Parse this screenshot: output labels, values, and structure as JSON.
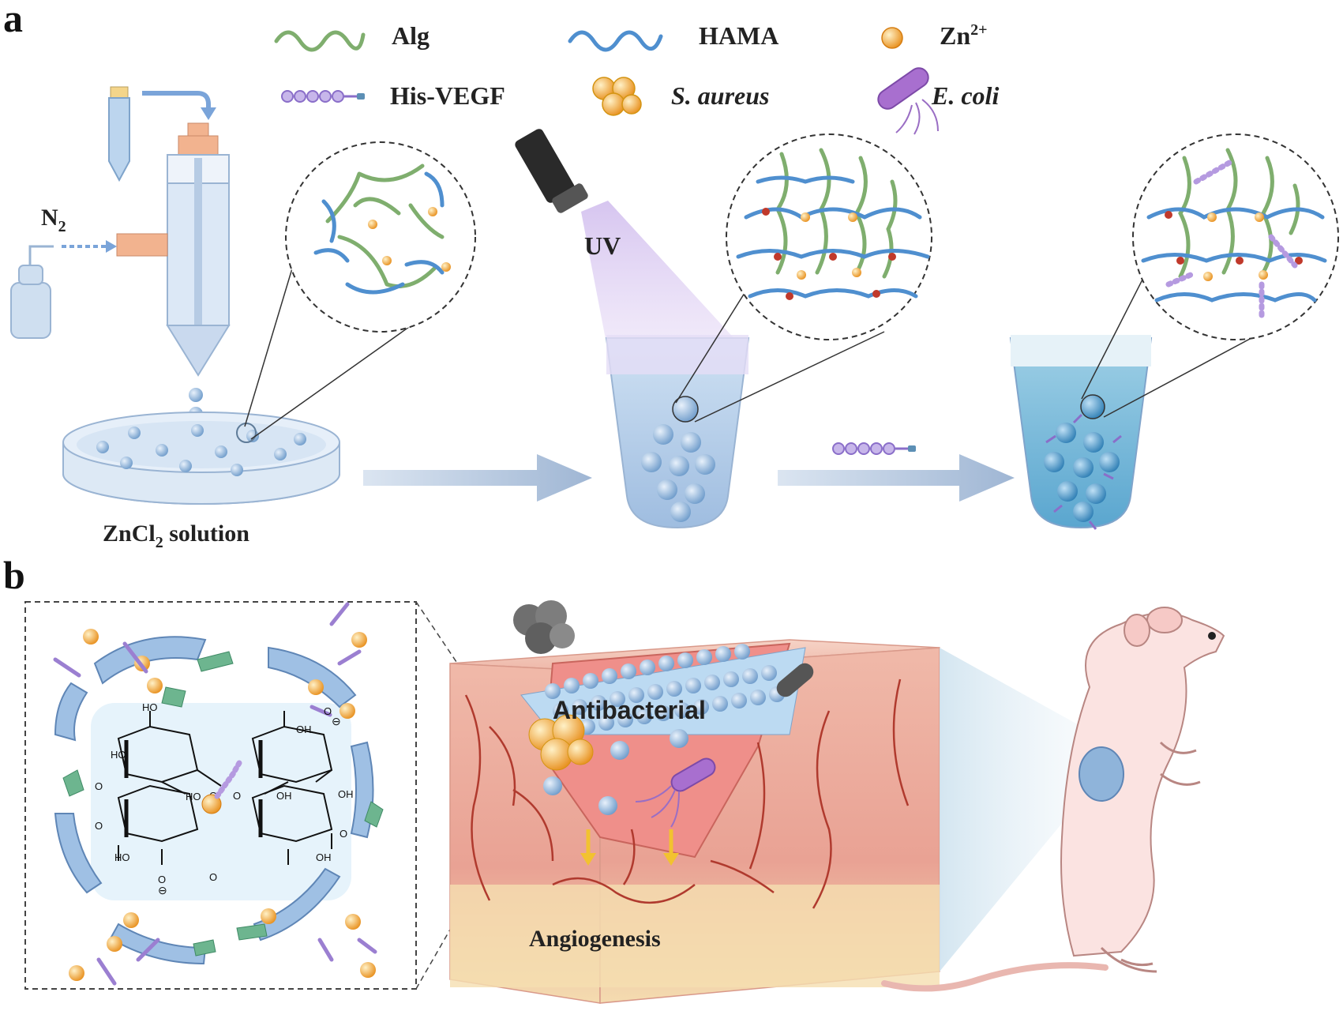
{
  "panels": {
    "a": "a",
    "b": "b"
  },
  "legend": {
    "alg": "Alg",
    "hama": "HAMA",
    "zn_base": "Zn",
    "zn_sup": "2+",
    "his_vegf": "His-VEGF",
    "s_aureus": "S. aureus",
    "e_coli": "E. coli"
  },
  "labels": {
    "n2_base": "N",
    "n2_sub": "2",
    "uv": "UV",
    "zncl2_a": "ZnCl",
    "zncl2_sub": "2",
    "zncl2_b": " solution",
    "antibacterial": "Antibacterial",
    "angiogenesis": "Angiogenesis"
  },
  "molecule": {
    "ho": "HO",
    "oh": "OH",
    "o": "O",
    "carboxylate_minus": "⊖"
  },
  "colors": {
    "alg_green": "#7fae6e",
    "hama_blue": "#4f8fcf",
    "zn_orange": "#f3a53a",
    "vegf_purple": "#9b7fd1",
    "uv_purple": "#c9b6e8",
    "skin_pink": "#f2c0b5",
    "vessel_red": "#c0392b",
    "fat_yellow": "#f5deb0",
    "bead_blue": "#8fb4da",
    "arrow_blue": "#a9bfda"
  }
}
